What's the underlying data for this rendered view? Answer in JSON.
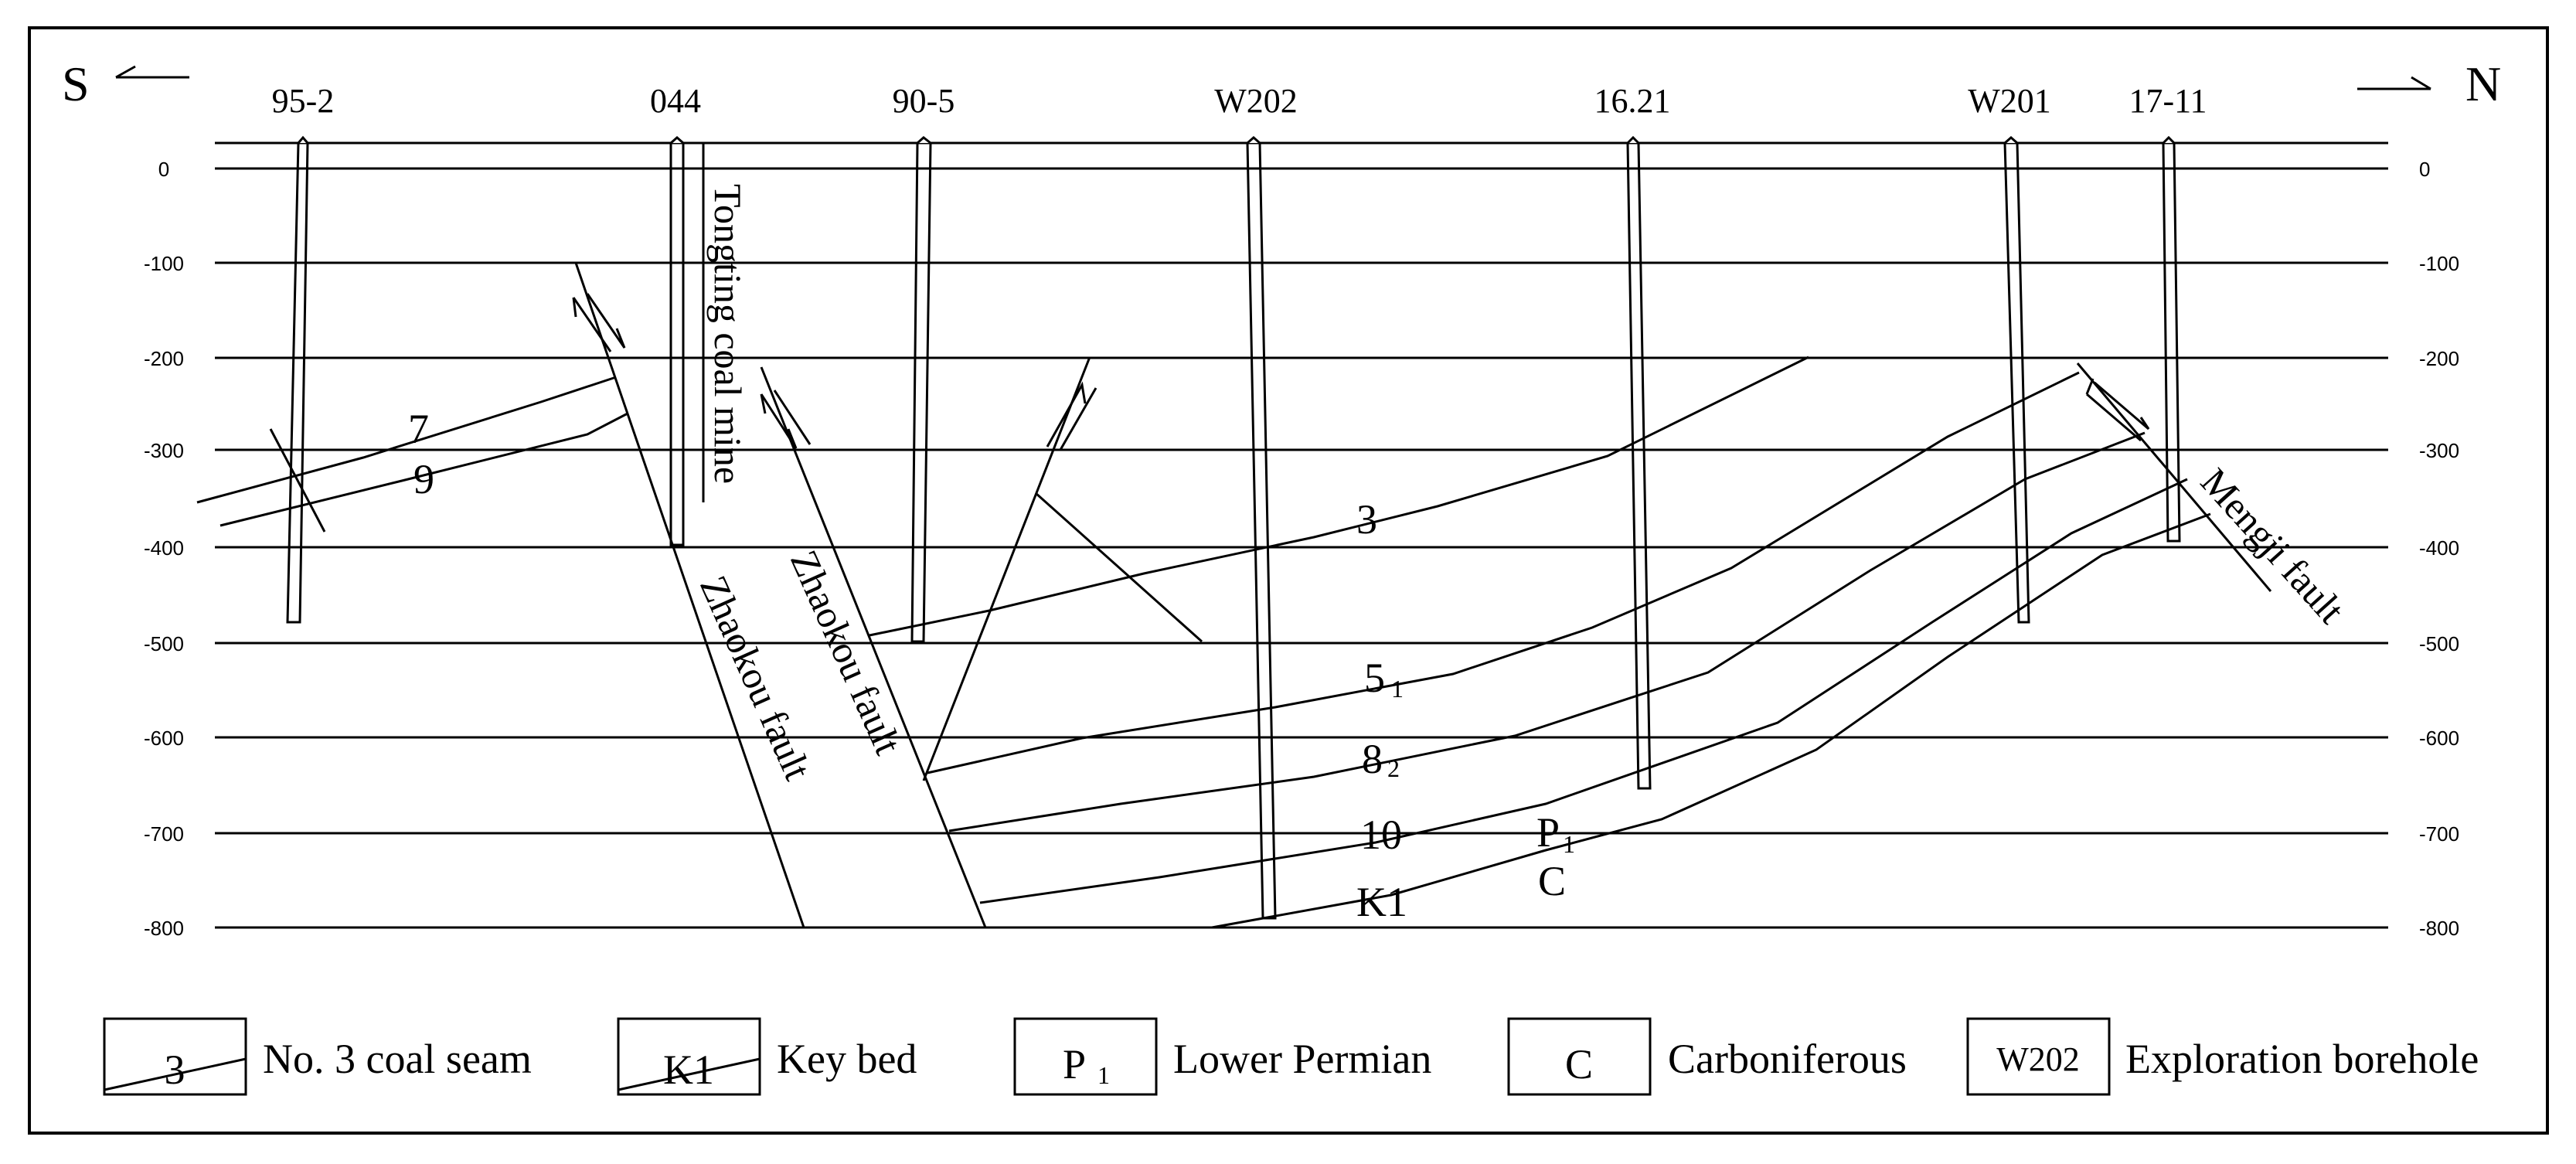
{
  "directions": {
    "south": "S",
    "north": "N"
  },
  "boreholes": [
    "95-2",
    "044",
    "90-5",
    "W202",
    "16.21",
    "W201",
    "17-11"
  ],
  "depth_ticks_left": [
    "0",
    "-100",
    "-200",
    "-300",
    "-400",
    "-500",
    "-600",
    "-700",
    "-800"
  ],
  "depth_ticks_right": [
    "0",
    "-100",
    "-200",
    "-300",
    "-400",
    "-500",
    "-600",
    "-700",
    "-800"
  ],
  "labels": {
    "mine": "Tongting coal mine",
    "fault_a": "Zhaokou fault",
    "fault_b": "Zhaokou fault",
    "fault_c": "Mengji fault",
    "seam_7": "7",
    "seam_9": "9",
    "seam_3": "3",
    "seam_5": "5",
    "seam_5_sub": "1",
    "seam_8": "8",
    "seam_8_sub": "2",
    "seam_10": "10",
    "key_bed": "K1",
    "permian": "P",
    "permian_sub": "1",
    "carboniferous": "C"
  },
  "legend": [
    {
      "symbol": "3",
      "text": "No. 3 coal seam"
    },
    {
      "symbol": "K1",
      "text": "Key bed"
    },
    {
      "symbol": "P",
      "symbol_sub": "1",
      "text": "Lower Permian"
    },
    {
      "symbol": "C",
      "text": "Carboniferous"
    },
    {
      "symbol": "W202",
      "text": "Exploration borehole"
    }
  ]
}
